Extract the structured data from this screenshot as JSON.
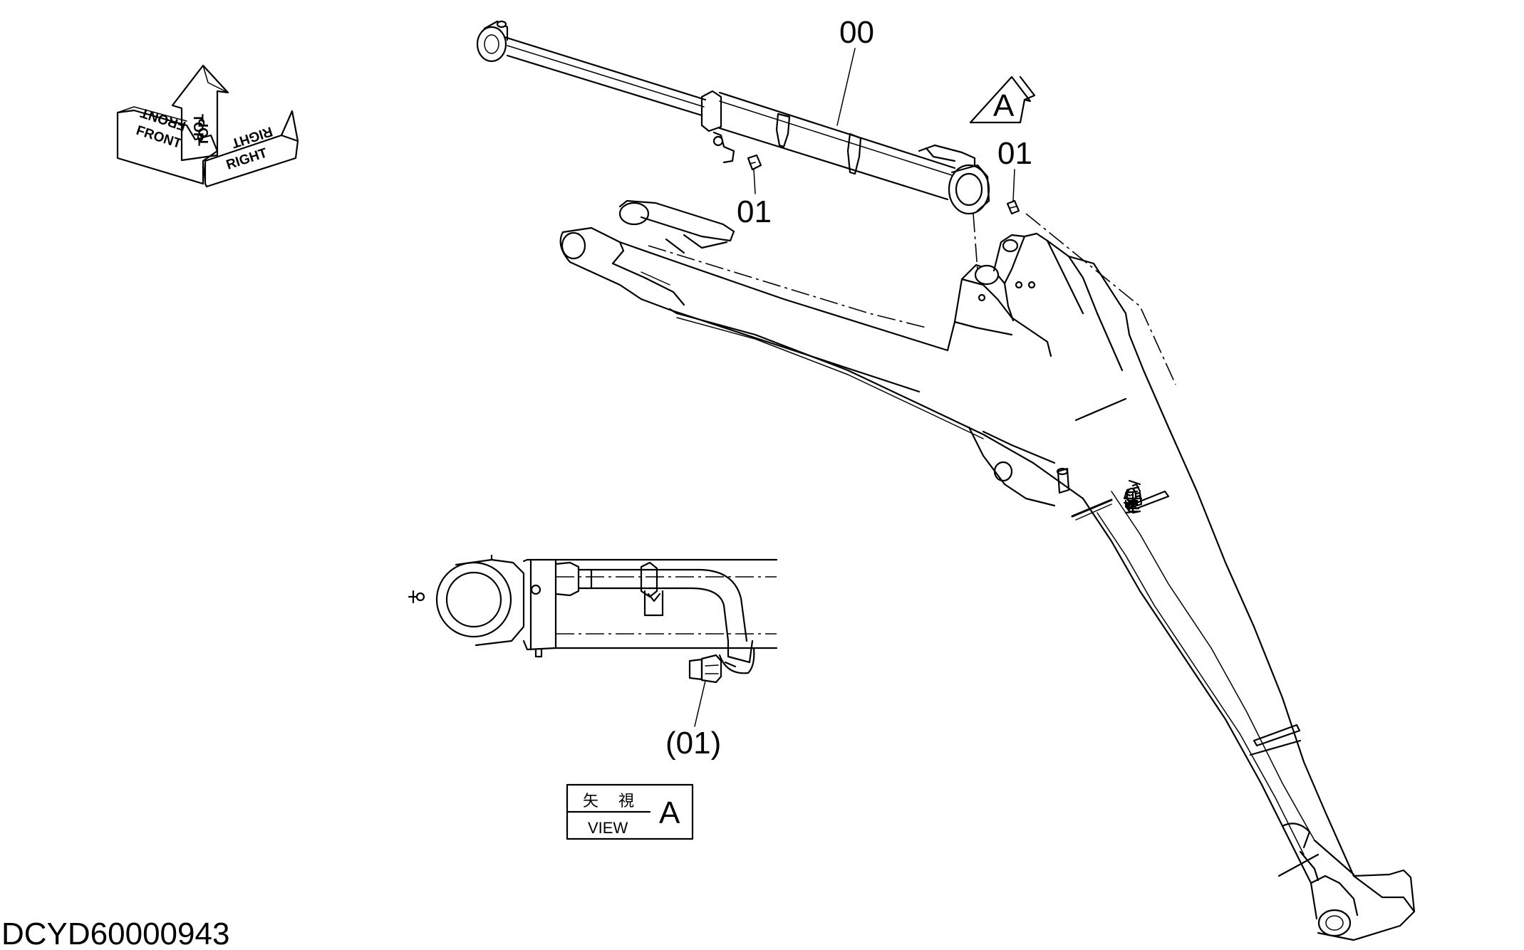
{
  "orientation": {
    "front": "FRONT",
    "top": "TOP",
    "right": "RIGHT"
  },
  "callouts": {
    "cylinder": "00",
    "fitting_head": "01",
    "fitting_rod": "01",
    "fitting_detail": "(01)",
    "view_marker": "A"
  },
  "view_box": {
    "jp_char_1": "矢",
    "jp_char_2": "視",
    "label": "VIEW",
    "letter": "A"
  },
  "document_id": "DCYD60000943"
}
